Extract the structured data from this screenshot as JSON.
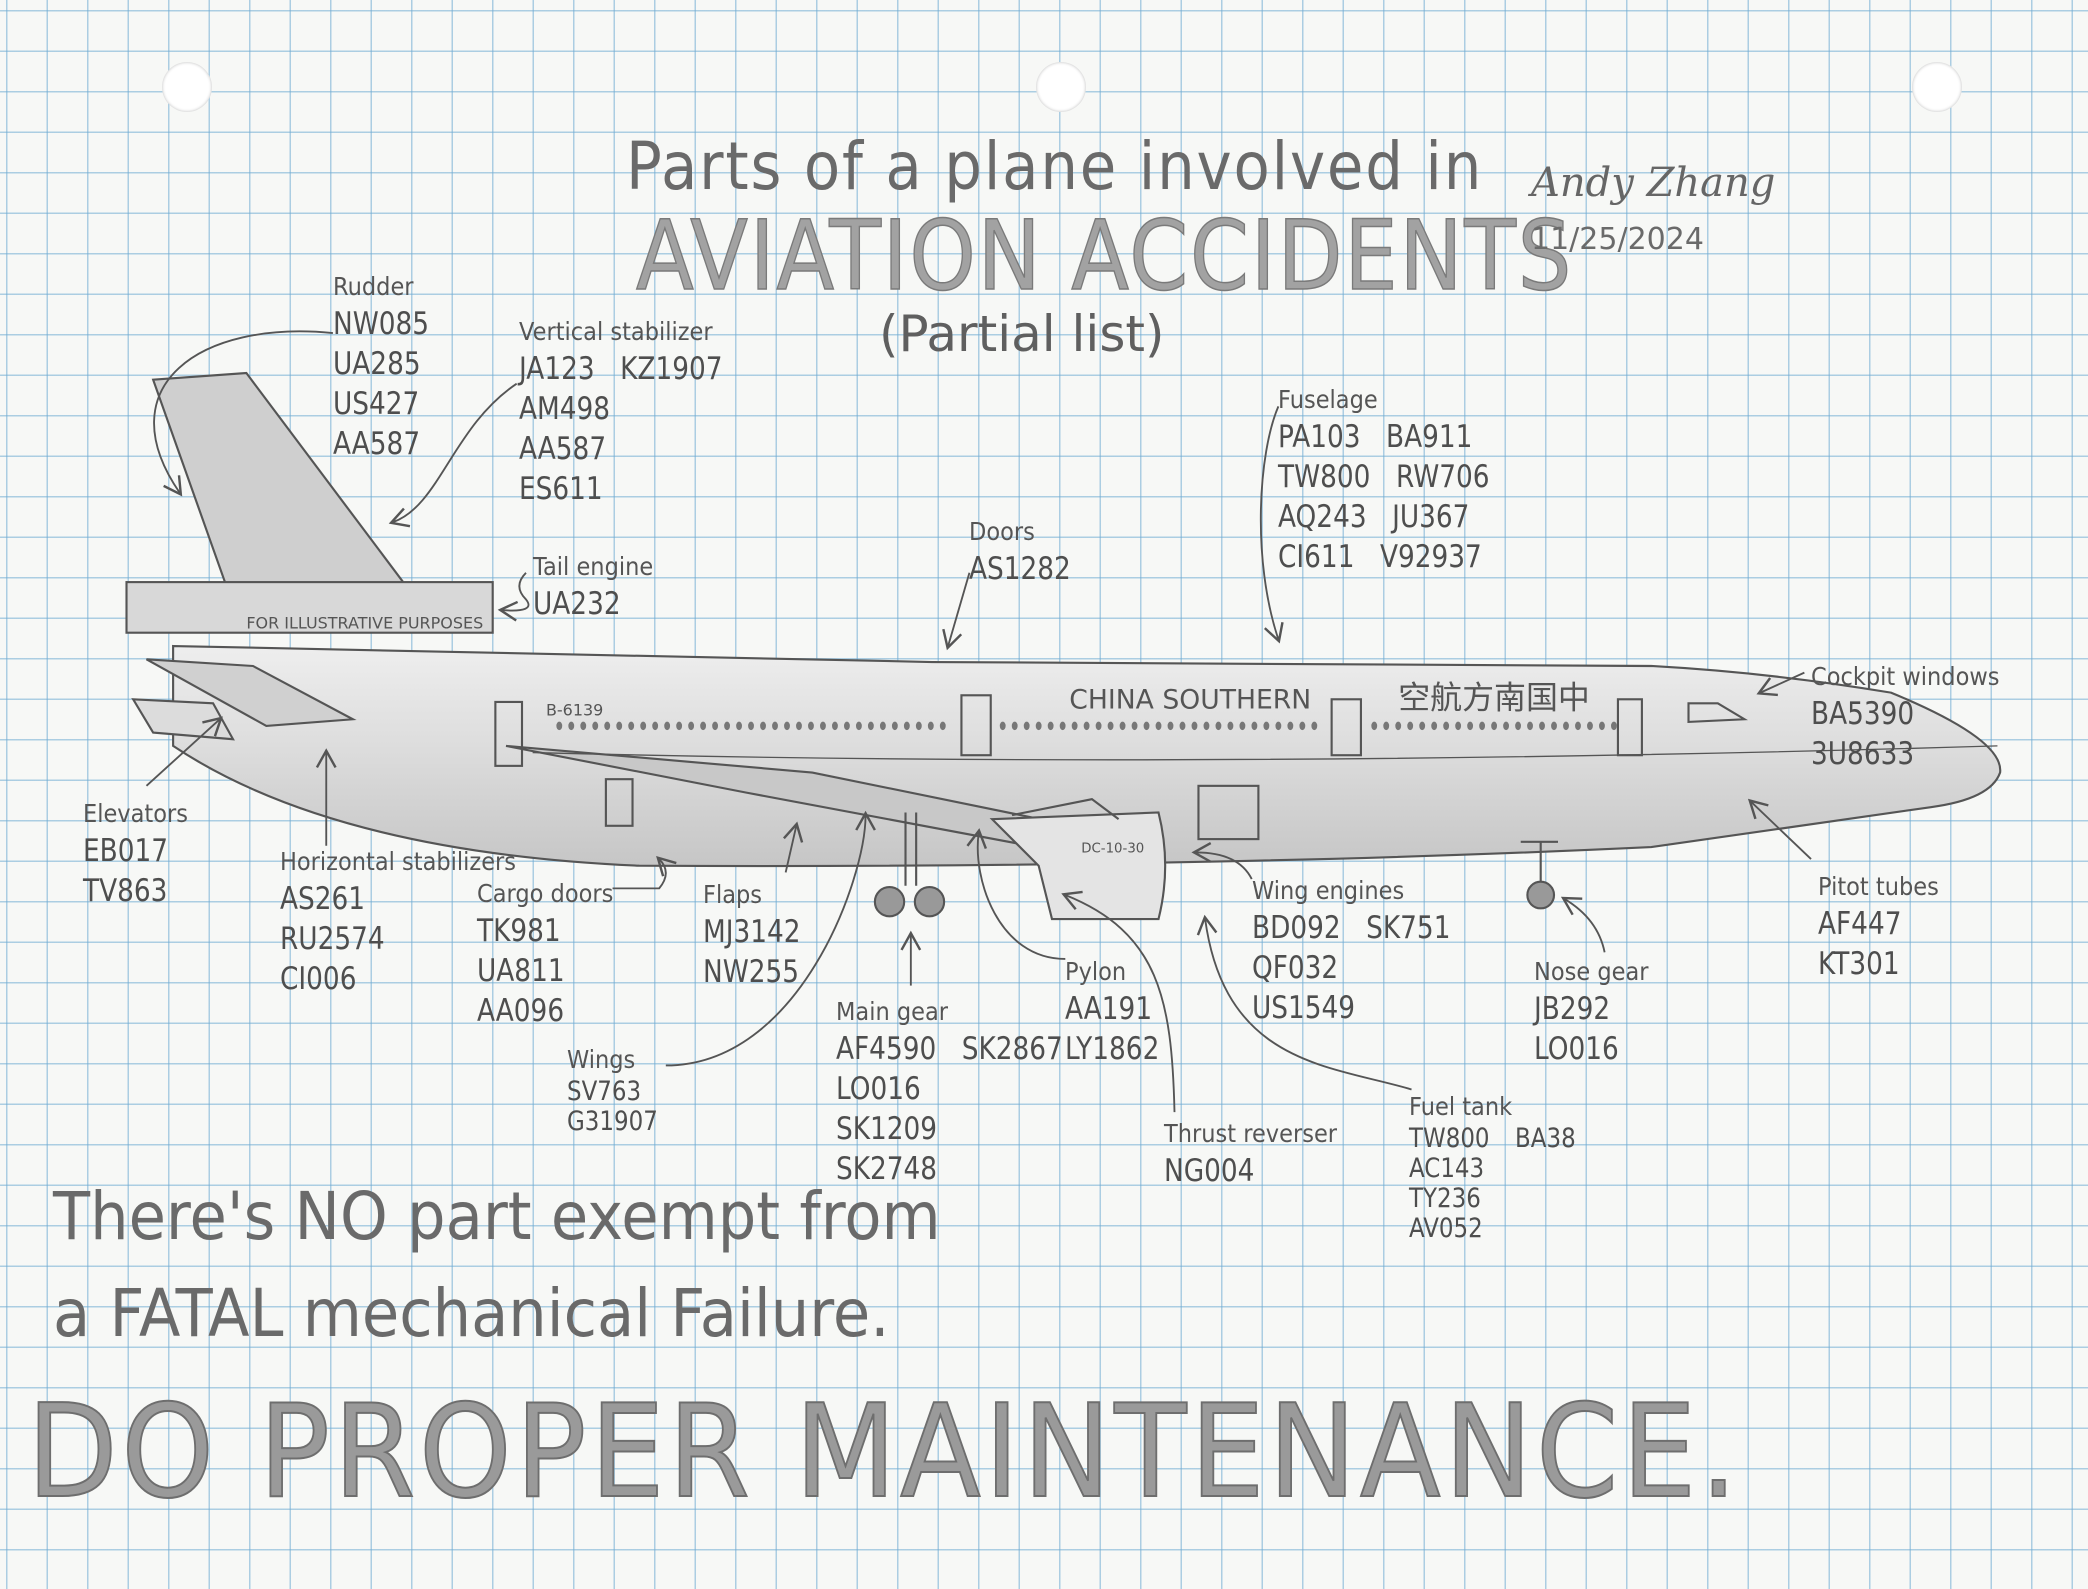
{
  "title": {
    "line1": "Parts of a plane involved in",
    "line2": "AVIATION ACCIDENTS",
    "line3": "(Partial list)"
  },
  "author": {
    "signature": "Andy Zhang",
    "date": "11/25/2024"
  },
  "plane_markings": {
    "airline": "CHINA SOUTHERN",
    "airline_chinese": "空航方南国中",
    "registration": "B-6139",
    "engine_type": "DC-10-30",
    "tail_engine_text": "FOR ILLUSTRATIVE PURPOSES"
  },
  "parts": [
    {
      "id": "rudder",
      "name": "Rudder",
      "rows": [
        [
          "NW085"
        ],
        [
          "UA285"
        ],
        [
          "US427"
        ],
        [
          "AA587"
        ]
      ]
    },
    {
      "id": "vertical-stabilizer",
      "name": "Vertical stabilizer",
      "rows": [
        [
          "JA123",
          "KZ1907"
        ],
        [
          "AM498"
        ],
        [
          "AA587"
        ],
        [
          "ES611"
        ]
      ]
    },
    {
      "id": "tail-engine",
      "name": "Tail engine",
      "rows": [
        [
          "UA232"
        ]
      ]
    },
    {
      "id": "fuselage",
      "name": "Fuselage",
      "rows": [
        [
          "PA103",
          "BA911"
        ],
        [
          "TW800",
          "RW706"
        ],
        [
          "AQ243",
          "JU367"
        ],
        [
          "CI611",
          "V92937"
        ]
      ]
    },
    {
      "id": "doors",
      "name": "Doors",
      "rows": [
        [
          "AS1282"
        ]
      ]
    },
    {
      "id": "cockpit-windows",
      "name": "Cockpit windows",
      "rows": [
        [
          "BA5390"
        ],
        [
          "3U8633"
        ]
      ]
    },
    {
      "id": "pitot-tubes",
      "name": "Pitot tubes",
      "rows": [
        [
          "AF447"
        ],
        [
          "KT301"
        ]
      ]
    },
    {
      "id": "nose-gear",
      "name": "Nose gear",
      "rows": [
        [
          "JB292"
        ],
        [
          "LO016"
        ]
      ]
    },
    {
      "id": "fuel-tank",
      "name": "Fuel tank",
      "rows": [
        [
          "TW800",
          "BA38"
        ],
        [
          "AC143"
        ],
        [
          "TY236"
        ],
        [
          "AV052"
        ]
      ]
    },
    {
      "id": "wing-engines",
      "name": "Wing engines",
      "rows": [
        [
          "BD092",
          "SK751"
        ],
        [
          "QF032"
        ],
        [
          "US1549"
        ]
      ]
    },
    {
      "id": "thrust-reverser",
      "name": "Thrust reverser",
      "rows": [
        [
          "NG004"
        ]
      ]
    },
    {
      "id": "pylon",
      "name": "Pylon",
      "rows": [
        [
          "AA191"
        ],
        [
          "LY1862"
        ]
      ]
    },
    {
      "id": "main-gear",
      "name": "Main gear",
      "rows": [
        [
          "AF4590",
          "SK2867"
        ],
        [
          "LO016"
        ],
        [
          "SK1209"
        ],
        [
          "SK2748"
        ]
      ]
    },
    {
      "id": "flaps",
      "name": "Flaps",
      "rows": [
        [
          "MJ3142"
        ],
        [
          "NW255"
        ]
      ]
    },
    {
      "id": "wings",
      "name": "Wings",
      "rows": [
        [
          "SV763"
        ],
        [
          "G31907"
        ]
      ]
    },
    {
      "id": "cargo-doors",
      "name": "Cargo doors",
      "rows": [
        [
          "TK981"
        ],
        [
          "UA811"
        ],
        [
          "AA096"
        ]
      ]
    },
    {
      "id": "horizontal-stabilizers",
      "name": "Horizontal stabilizers",
      "rows": [
        [
          "AS261"
        ],
        [
          "RU2574"
        ],
        [
          "CI006"
        ]
      ]
    },
    {
      "id": "elevators",
      "name": "Elevators",
      "rows": [
        [
          "EB017"
        ],
        [
          "TV863"
        ]
      ]
    }
  ],
  "message": {
    "line1": "There's NO part exempt from",
    "line2": "a FATAL mechanical Failure.",
    "line3": "DO PROPER MAINTENANCE."
  },
  "colors": {
    "grid": "#6eaad2",
    "pencil": "#5a5a5a",
    "paper": "#f7f8f6"
  }
}
